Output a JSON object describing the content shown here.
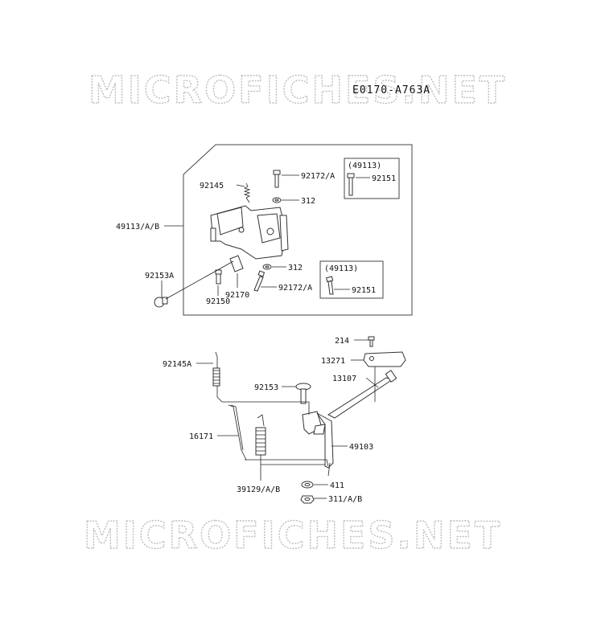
{
  "watermark": {
    "top": "MICROFICHES.NET",
    "bottom": "MICROFICHES.NET"
  },
  "diagram_code": "E0170-A763A",
  "callouts": {
    "c49113ab": "49113/A/B",
    "c92145": "92145",
    "c92172a_top": "92172/A",
    "c312_top": "312",
    "c312_mid": "312",
    "c92172a_bot": "92172/A",
    "c92153a": "92153A",
    "c92150": "92150",
    "c92170": "92170",
    "box_top_title": "(49113)",
    "box_top_part": "92151",
    "box_bot_title": "(49113)",
    "box_bot_part": "92151",
    "c214": "214",
    "c13271": "13271",
    "c13107": "13107",
    "c92145a": "92145A",
    "c92153": "92153",
    "c16171": "16171",
    "c49103": "49103",
    "c411": "411",
    "c39129ab": "39129/A/B",
    "c311ab": "311/A/B"
  }
}
